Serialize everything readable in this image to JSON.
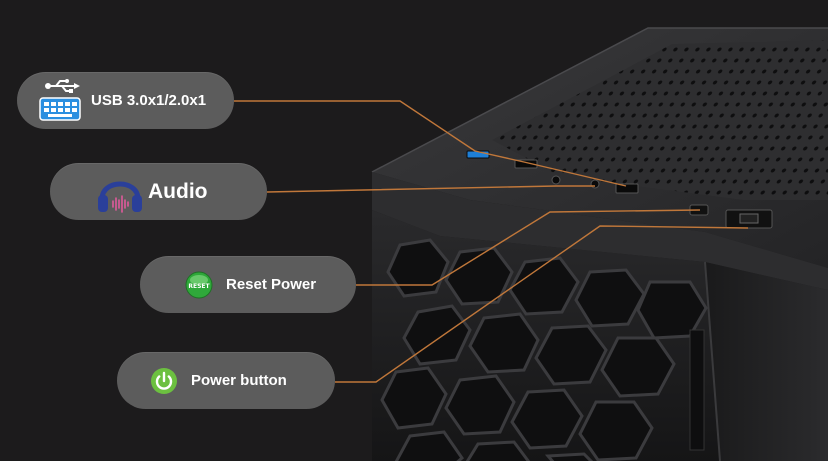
{
  "features": {
    "usb": {
      "label": "USB 3.0x1/2.0x1",
      "icon": "usb-keyboard-icon"
    },
    "audio": {
      "label": "Audio",
      "icon": "headphones-icon"
    },
    "reset": {
      "label": "Reset Power",
      "icon": "reset-button-icon",
      "icon_text": "RESET"
    },
    "power": {
      "label": "Power button",
      "icon": "power-icon"
    }
  },
  "colors": {
    "background": "#1c1b1c",
    "pill": "#5c5c5c",
    "leader_line": "#c0773a",
    "usb_blue": "#1e7fd6",
    "reset_green": "#2fa83a",
    "power_green": "#6cc040",
    "headphone_blue": "#2a3f9a"
  }
}
